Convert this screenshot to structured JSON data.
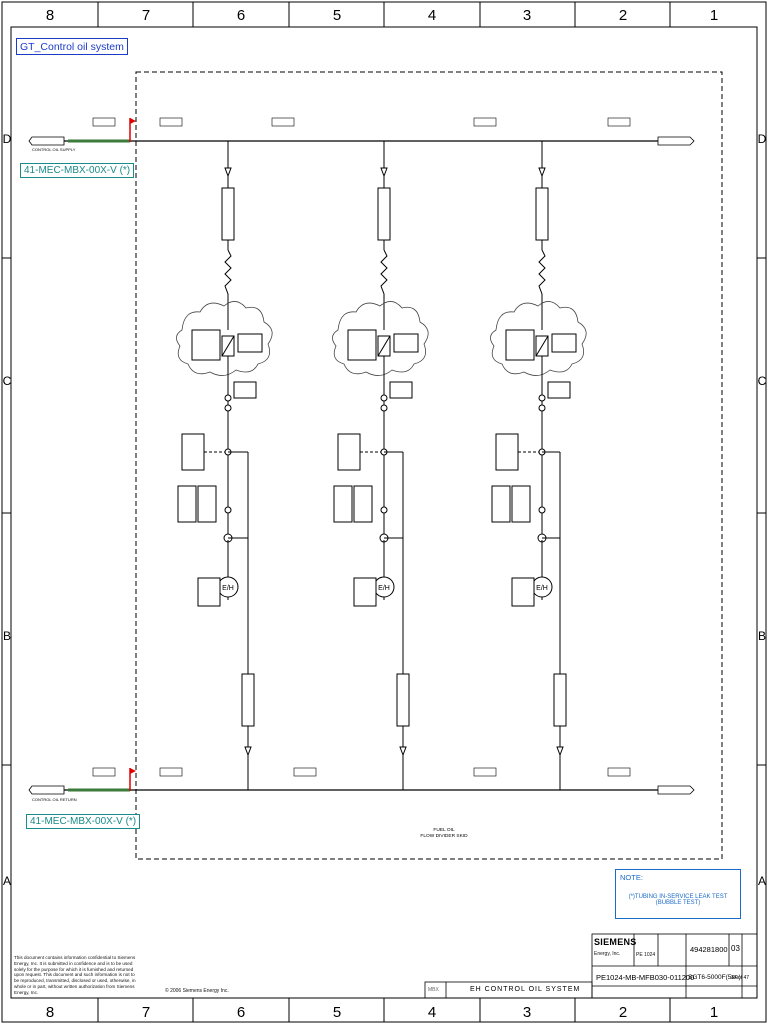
{
  "title": "GT_Control oil system (MBX)",
  "tag_top": "41-MEC-MBX-00X-V  (*)",
  "tag_bottom": "41-MEC-MBX-00X-V  (*)",
  "border": {
    "columns": [
      "8",
      "7",
      "6",
      "5",
      "4",
      "3",
      "2",
      "1"
    ],
    "rows": [
      "D",
      "C",
      "B",
      "A"
    ]
  },
  "supply_label": "CONTROL OIL SUPPLY",
  "return_label": "CONTROL OIL RETURN",
  "module_label": [
    "FUEL OIL",
    "FLOW DIVIDER SKID"
  ],
  "eh_label": "E/H",
  "note": {
    "title": "NOTE:",
    "body": "(*)TUBING IN-SERVICE LEAK TEST (BUBBLE TEST)"
  },
  "confidential": "This document contains information confidential to Siemens Energy, Inc. It is submitted in confidence and is to be used solely for the purpose for which it is furnished and returned upon request. This document and such information is not to be reproduced, transmitted, disclosed or used, otherwise, in whole or in part, without written authorization from Siemens Energy, Inc.",
  "copyright": "© 2006 Siemens Energy Inc.",
  "title_block": {
    "company": "SIEMENS",
    "company_sub": "Energy, Inc.",
    "doc_number": "494281800",
    "revision": "03",
    "drawing_id": "PE1024-MB-MFB030-011200",
    "model": "SGT6-5000F(5ee)",
    "sheet": "37 of 47",
    "system_code": "MBX",
    "system_name": "EH CONTROL OIL SYSTEM",
    "eng_no": "PE 1024"
  }
}
